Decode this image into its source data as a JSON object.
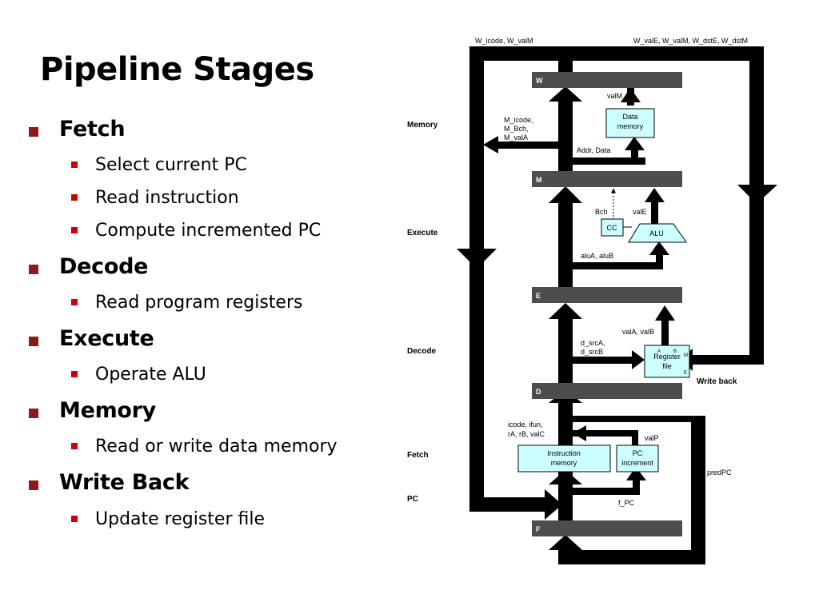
{
  "slide": {
    "title": "Pipeline Stages",
    "stages": [
      {
        "name": "Fetch",
        "items": [
          "Select current PC",
          "Read instruction",
          "Compute incremented PC"
        ]
      },
      {
        "name": "Decode",
        "items": [
          "Read program registers"
        ]
      },
      {
        "name": "Execute",
        "items": [
          "Operate ALU"
        ]
      },
      {
        "name": "Memory",
        "items": [
          "Read or write data memory"
        ]
      },
      {
        "name": "Write Back",
        "items": [
          "Update register file"
        ]
      }
    ]
  },
  "diagram": {
    "top_labels": {
      "left": "W_icode, W_valM",
      "right": "W_valE, W_valM, W_dstE, W_dstM"
    },
    "side_labels": {
      "memory": "Memory",
      "execute": "Execute",
      "decode": "Decode",
      "fetch": "Fetch",
      "pc": "PC",
      "write_back": "Write back"
    },
    "registers": {
      "w": "W",
      "m": "M",
      "e": "E",
      "d": "D",
      "f": "F"
    },
    "units": {
      "data_memory": [
        "Data",
        "memory"
      ],
      "cc": "CC",
      "alu": "ALU",
      "register_file": [
        "Register",
        "file"
      ],
      "reg_ports": {
        "a": "A",
        "b": "B",
        "m": "M",
        "e": "E"
      },
      "instruction_memory": [
        "Instruction",
        "memory"
      ],
      "pc_increment": [
        "PC",
        "increment"
      ]
    },
    "signals": {
      "valm": "valM",
      "m_icode": [
        "M_icode,",
        "M_Bch,",
        "M_valA"
      ],
      "addr_data": "Addr, Data",
      "bch": "Bch",
      "vale": "valE",
      "alua_alub": "aluA, aluB",
      "vala_valb": "valA, valB",
      "d_src": [
        "d_srcA,",
        "d_srcB"
      ],
      "icode": [
        "icode, ifun,",
        "rA, rB, valC"
      ],
      "valp": "valP",
      "predpc": "predPC",
      "f_pc": "f_PC"
    },
    "colors": {
      "unit_fill": "#ccffff",
      "register_bar": "#4d4d4d",
      "bullet_primary": "#8b1a1a",
      "bullet_secondary": "#cc0000"
    }
  }
}
